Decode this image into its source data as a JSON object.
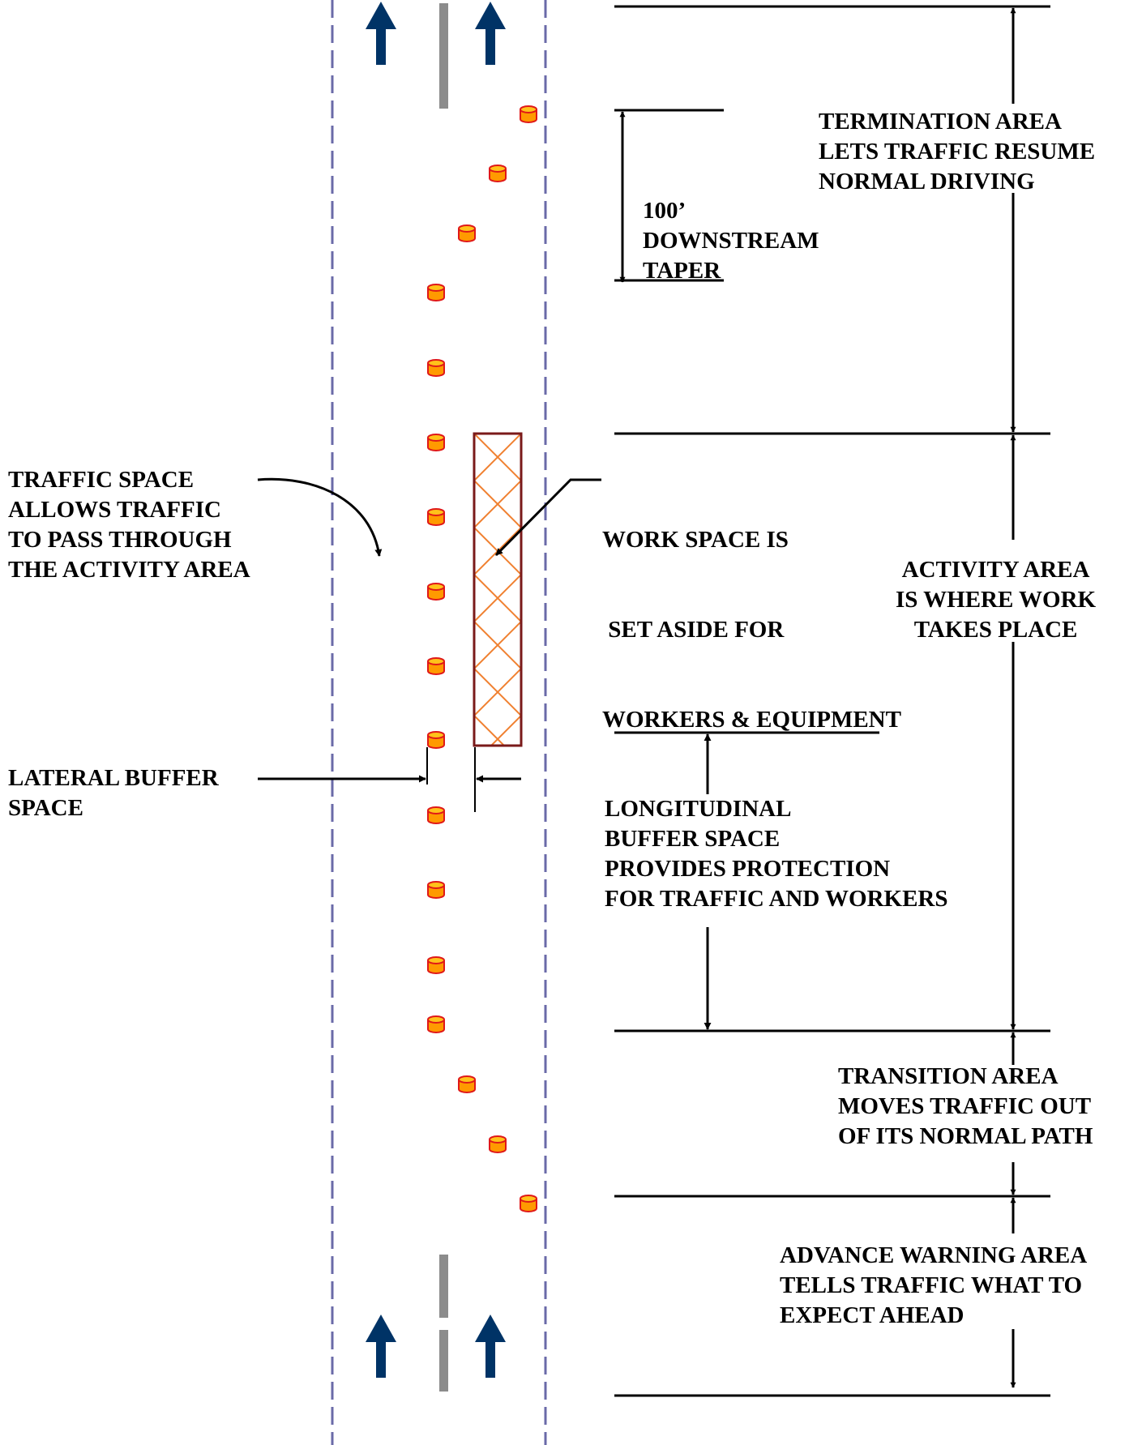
{
  "colors": {
    "road_edge": "#6a6aa8",
    "lane_arrow": "#003366",
    "lane_divider": "#8c8c8c",
    "cone_fill": "#ff9a00",
    "cone_stroke": "#e01818",
    "work_border": "#7a1a1a",
    "work_hatch": "#f08030",
    "line": "#000000"
  },
  "labels": {
    "termination": [
      "TERMINATION AREA",
      "LETS TRAFFIC RESUME",
      "NORMAL DRIVING"
    ],
    "downstream_taper": [
      "100’",
      "DOWNSTREAM",
      "TAPER"
    ],
    "traffic_space": [
      "TRAFFIC SPACE",
      "ALLOWS TRAFFIC",
      "TO PASS THROUGH",
      "THE ACTIVITY AREA"
    ],
    "work_space": [
      "WORK SPACE IS",
      " SET ASIDE FOR",
      "WORKERS & EQUIPMENT"
    ],
    "activity_area": [
      "ACTIVITY AREA",
      "IS WHERE WORK",
      "TAKES PLACE"
    ],
    "lateral_buffer": [
      "LATERAL BUFFER",
      "SPACE"
    ],
    "longitudinal_buffer": [
      "LONGITUDINAL",
      "BUFFER SPACE",
      "PROVIDES PROTECTION",
      "FOR TRAFFIC AND WORKERS"
    ],
    "transition_area": [
      "TRANSITION AREA",
      "MOVES TRAFFIC OUT",
      "OF ITS NORMAL PATH"
    ],
    "advance_warning": [
      "ADVANCE WARNING AREA",
      "TELLS TRAFFIC WHAT TO",
      "EXPECT AHEAD"
    ]
  },
  "icons": {
    "cone": "traffic-cone-icon",
    "lane_arrow": "up-arrow-icon"
  }
}
